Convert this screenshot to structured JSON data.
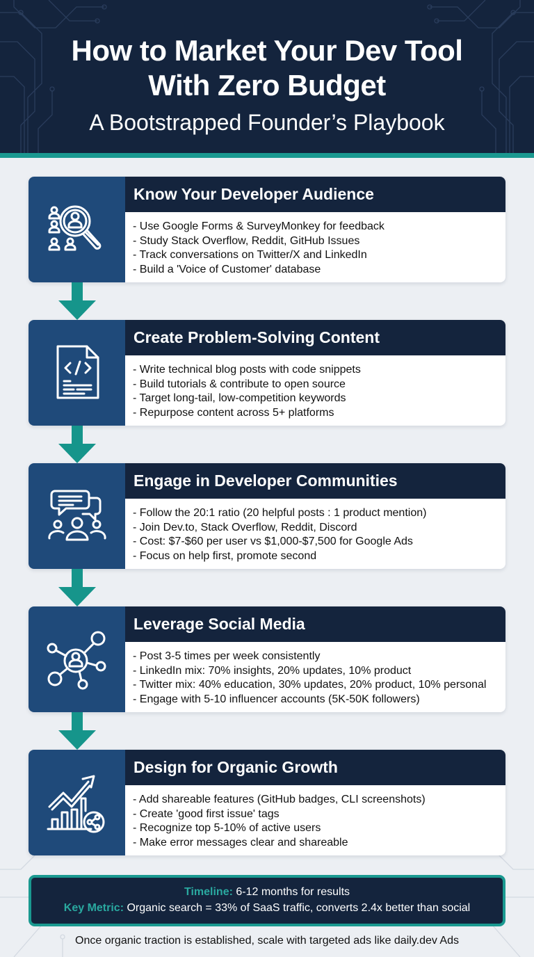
{
  "header": {
    "title_line1": "How to Market Your Dev Tool",
    "title_line2": "With Zero Budget",
    "subtitle": "A Bootstrapped Founder’s Playbook"
  },
  "colors": {
    "navy": "#14243d",
    "icon_panel_blue": "#1f4a7a",
    "teal": "#1a9990",
    "teal_label": "#2aa9a0",
    "background": "#eceff3"
  },
  "steps": [
    {
      "title": "Know Your Developer Audience",
      "icon": "audience-search-icon",
      "bullets": [
        "- Use Google Forms & SurveyMonkey for feedback",
        "- Study Stack Overflow, Reddit, GitHub Issues",
        "- Track conversations on Twitter/X and LinkedIn",
        "- Build a 'Voice of Customer' database"
      ]
    },
    {
      "title": "Create Problem-Solving Content",
      "icon": "code-document-icon",
      "bullets": [
        "- Write technical blog posts with code snippets",
        "- Build tutorials & contribute to open source",
        "- Target long-tail, low-competition keywords",
        "- Repurpose content across 5+ platforms"
      ]
    },
    {
      "title": "Engage in Developer Communities",
      "icon": "community-chat-icon",
      "bullets": [
        "- Follow the 20:1 ratio (20 helpful posts : 1 product mention)",
        "- Join Dev.to, Stack Overflow, Reddit, Discord",
        "- Cost: $7-$60 per user vs $1,000-$7,500 for Google Ads",
        "- Focus on help first, promote second"
      ]
    },
    {
      "title": "Leverage Social Media",
      "icon": "social-network-icon",
      "bullets": [
        "- Post 3-5 times per week consistently",
        "- LinkedIn mix: 70% insights, 20% updates, 10% product",
        "- Twitter mix: 40% education, 30% updates, 20% product, 10% personal",
        "- Engage with 5-10 influencer accounts (5K-50K followers)"
      ]
    },
    {
      "title": "Design for Organic Growth",
      "icon": "growth-chart-share-icon",
      "bullets": [
        "- Add shareable features (GitHub badges, CLI screenshots)",
        "- Create 'good first issue' tags",
        "- Recognize top 5-10% of active users",
        "- Make error messages clear and shareable"
      ]
    }
  ],
  "summary": {
    "timeline_label": "Timeline:",
    "timeline_value": " 6-12 months for results",
    "metric_label": "Key Metric:",
    "metric_value": " Organic search = 33% of SaaS traffic, converts 2.4x better than social"
  },
  "footer_note": "Once organic traction is established, scale with targeted ads like daily.dev Ads"
}
